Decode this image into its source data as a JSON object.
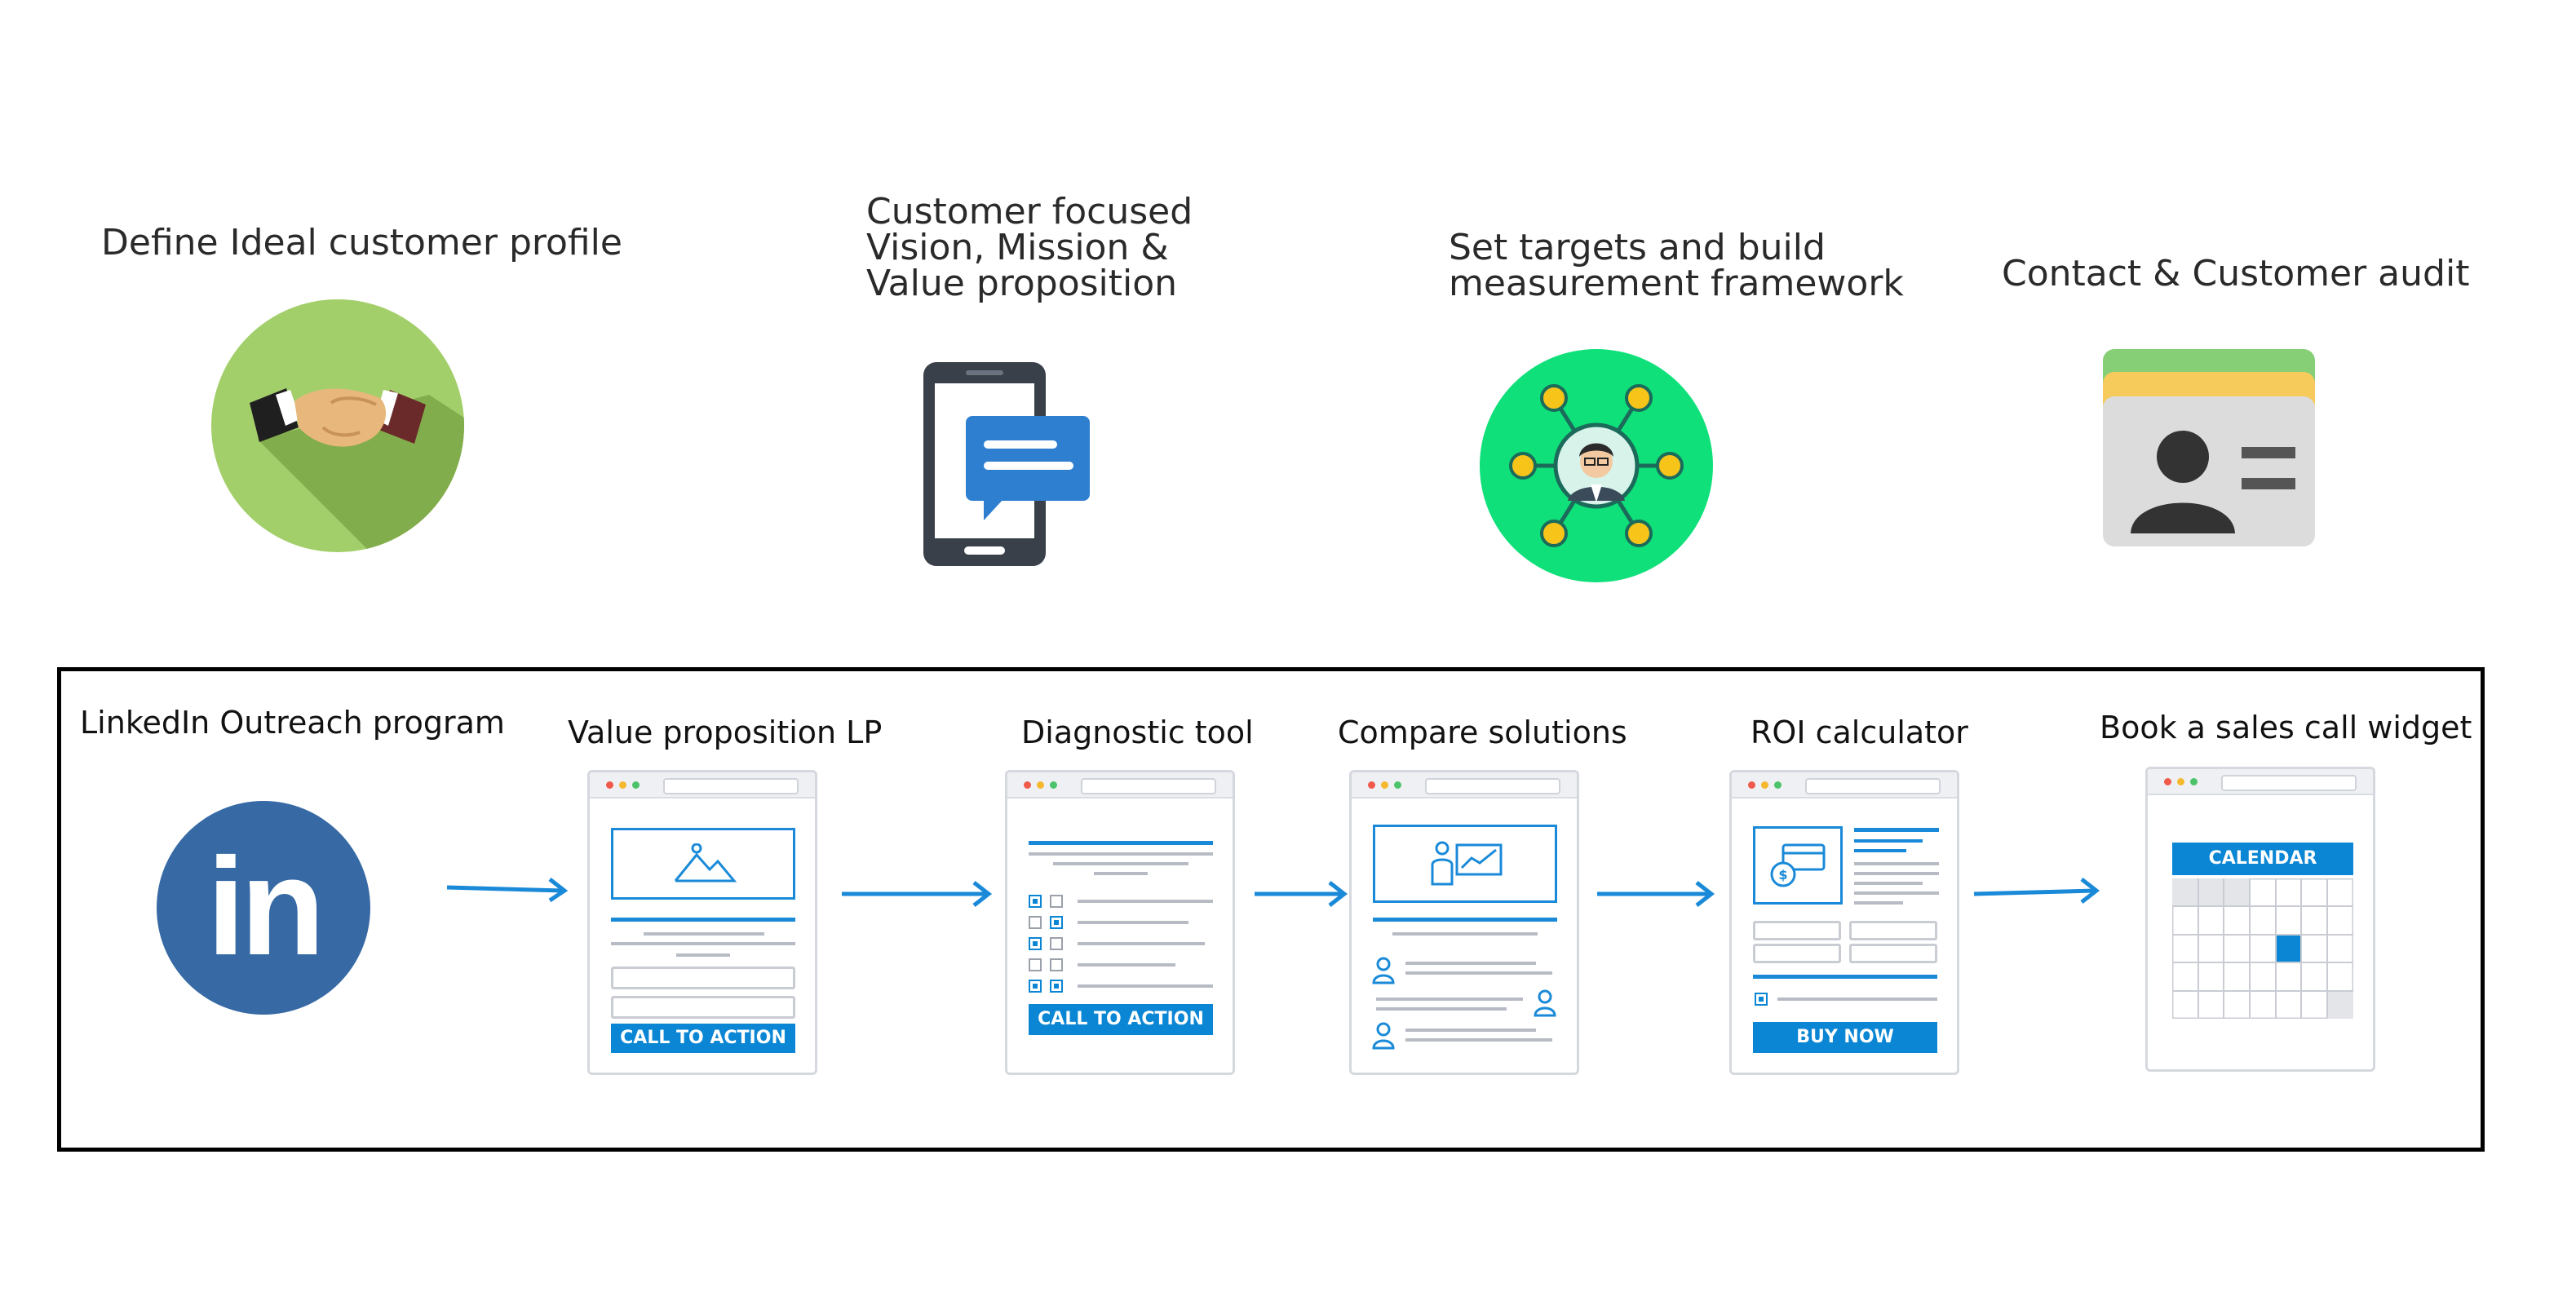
{
  "top_steps": [
    {
      "lines": [
        "Define Ideal customer profile"
      ],
      "icon": "handshake-icon"
    },
    {
      "lines": [
        "Customer focused",
        "Vision, Mission &",
        "Value proposition"
      ],
      "icon": "smartphone-chat-icon"
    },
    {
      "lines": [
        "Set targets and build",
        "measurement framework"
      ],
      "icon": "network-person-icon"
    },
    {
      "lines": [
        "Contact & Customer audit"
      ],
      "icon": "contact-card-icon"
    }
  ],
  "flow_steps": [
    {
      "label": "LinkedIn Outreach program",
      "icon": "linkedin-icon",
      "logo_text": "in"
    },
    {
      "label": "Value proposition LP",
      "icon": "landing-page-icon",
      "button": "CALL TO ACTION"
    },
    {
      "label": "Diagnostic tool",
      "icon": "checklist-page-icon",
      "button": "CALL TO ACTION"
    },
    {
      "label": "Compare solutions",
      "icon": "compare-page-icon"
    },
    {
      "label": "ROI calculator",
      "icon": "calculator-page-icon",
      "button": "BUY NOW"
    },
    {
      "label": "Book a sales call widget",
      "icon": "calendar-page-icon",
      "button": "CALENDAR"
    }
  ],
  "colors": {
    "accent_blue": "#0a86d4",
    "linkedin_blue": "#376aa5",
    "handshake_green": "#a3cf6b",
    "network_green": "#0fe07a",
    "arrow_blue": "#1a8ad8"
  }
}
